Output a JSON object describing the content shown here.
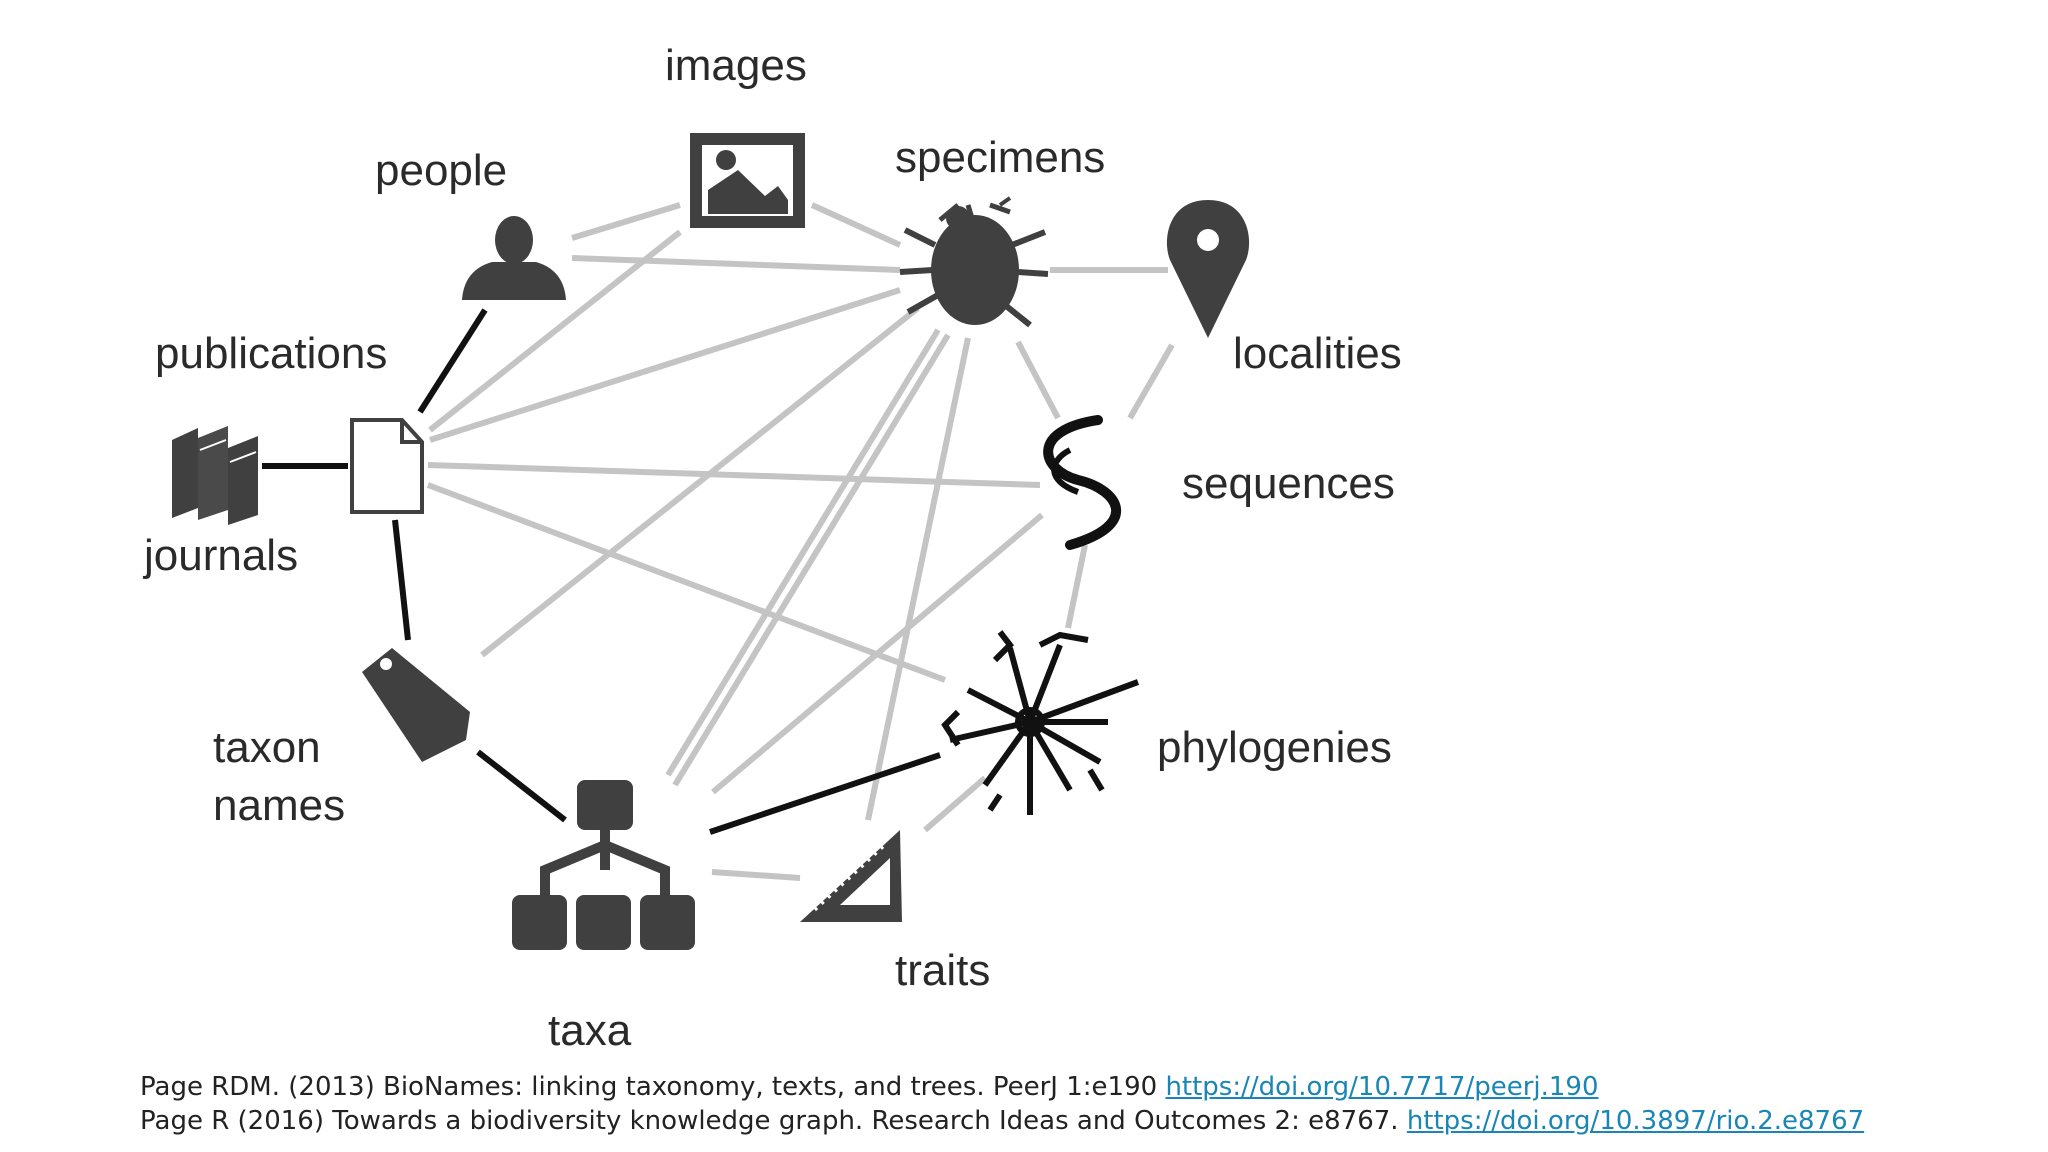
{
  "diagram": {
    "nodes": {
      "images": "images",
      "people": "people",
      "specimens": "specimens",
      "localities": "localities",
      "publications": "publications",
      "journals": "journals",
      "sequences": "sequences",
      "taxon_names_line1": "taxon",
      "taxon_names_line2": "names",
      "phylogenies": "phylogenies",
      "traits": "traits",
      "taxa": "taxa"
    },
    "icons": {
      "images": "image-icon",
      "people": "person-icon",
      "specimens": "bug-icon",
      "localities": "map-pin-icon",
      "publications": "document-icon",
      "journals": "books-icon",
      "sequences": "dna-icon",
      "taxon_names": "tag-icon",
      "phylogenies": "tree-icon",
      "traits": "ruler-icon",
      "taxa": "hierarchy-icon"
    },
    "edge_colors": {
      "link": "#c4c4c4",
      "core_link": "#111111"
    }
  },
  "references": [
    {
      "text": "Page RDM. (2013) BioNames: linking taxonomy, texts, and trees. PeerJ 1:e190 ",
      "link": "https://doi.org/10.7717/peerj.190"
    },
    {
      "text": "Page R (2016) Towards a biodiversity knowledge graph. Research Ideas and Outcomes 2: e8767. ",
      "link": "https://doi.org/10.3897/rio.2.e8767"
    }
  ]
}
